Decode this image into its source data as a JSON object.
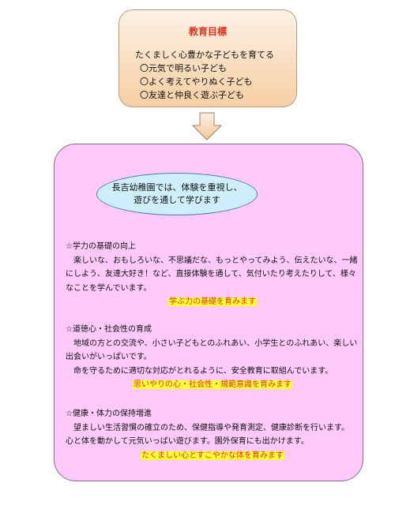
{
  "goal": {
    "title": "教育目標",
    "lines": [
      "たくましく心豊かな子どもを育てる",
      "〇元気で明るい子ども",
      "〇よく考えてやりぬく子ども",
      "〇友達と仲良く遊ぶ子ども"
    ]
  },
  "intro": {
    "line1": "長吉幼稚園では、体験を重視し、",
    "line2": "遊びを通して学びます"
  },
  "sections": [
    {
      "heading": "☆学力の基礎の向上",
      "body": "楽しいな、おもしろいな、不思議だな、もっとやってみよう、伝えたいな、一緒にしよう、友達大好き！など、直接体験を通して、気付いたり考えたりして、様々なことを学んでいます。",
      "highlight": "学ぶ力の基礎を育みます"
    },
    {
      "heading": "☆道徳心・社会性の育成",
      "body": "地域の方との交流や、小さい子どもとのふれあい、小学生とのふれあい、楽しい出会いがいっぱいです。",
      "body2": "命を守るために適切な対応がとれるように、安全教育に取組んでいます。",
      "highlight": "思いやりの心・社会性・規範意識を育みます"
    },
    {
      "heading": "☆健康・体力の保持増進",
      "body": "望ましい生活習慣の確立のため、保健指導や発育測定、健康診断を行います。",
      "body2": "心と体を動かして元気いっぱい遊びます。園外保育にも出かけます。",
      "highlight": "たくましい心とすこやかな体を育みます"
    }
  ]
}
